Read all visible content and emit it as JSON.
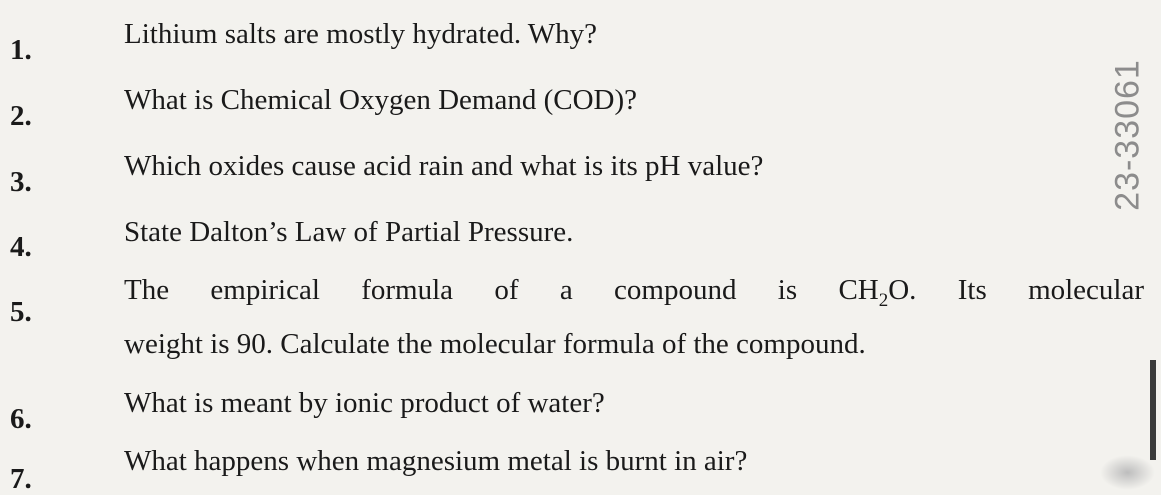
{
  "questions": [
    {
      "number": "1.",
      "text": "Lithium salts are mostly hydrated. Why?"
    },
    {
      "number": "2.",
      "text": "What is Chemical Oxygen Demand (COD)?"
    },
    {
      "number": "3.",
      "text": "Which oxides cause acid rain and what is its pH value?"
    },
    {
      "number": "4.",
      "text": "State Dalton’s Law of Partial Pressure."
    },
    {
      "number": "5.",
      "text_before_formula": "The empirical formula of a compound is ",
      "formula_base": "CH",
      "formula_sub": "2",
      "formula_tail": "O. Its molecular",
      "text_line2": "weight is 90. Calculate the molecular formula of the compound."
    },
    {
      "number": "6.",
      "text": "What is meant by ionic product of water?"
    },
    {
      "number": "7.",
      "text": "What happens when magnesium metal is burnt in air?"
    }
  ],
  "stamp_code": "23-33061",
  "colors": {
    "paper": "#f3f2ee",
    "ink": "#1a1a1a",
    "stamp": "#8c8c8c"
  }
}
